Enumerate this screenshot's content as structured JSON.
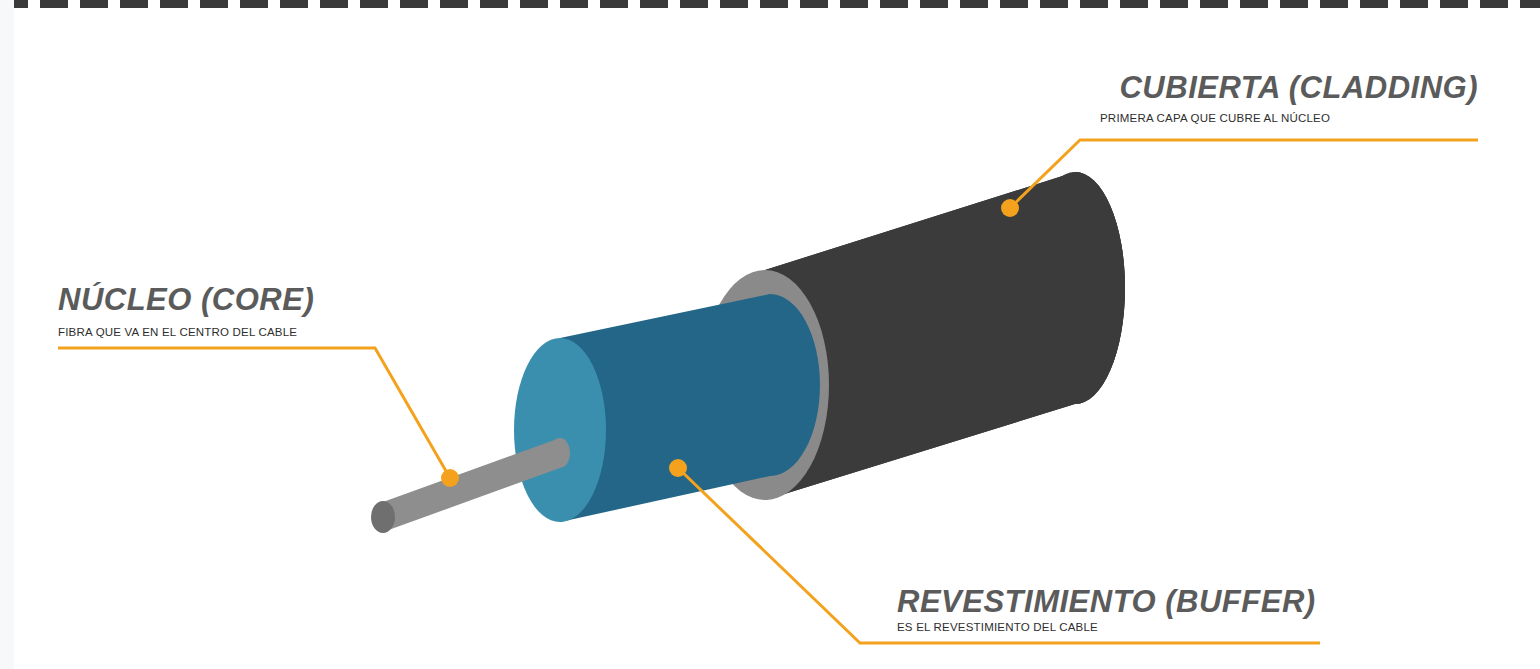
{
  "diagram": {
    "labels": [
      "NÚCLEO (CORE)",
      "FIBRA QUE VA EN EL CENTRO DEL CABLE",
      "CUBIERTA (CLADDING)",
      "PRIMERA CAPA QUE CUBRE AL NÚCLEO",
      "REVESTIMIENTO (BUFFER)",
      "ES EL REVESTIMIENTO DEL CABLE"
    ]
  }
}
